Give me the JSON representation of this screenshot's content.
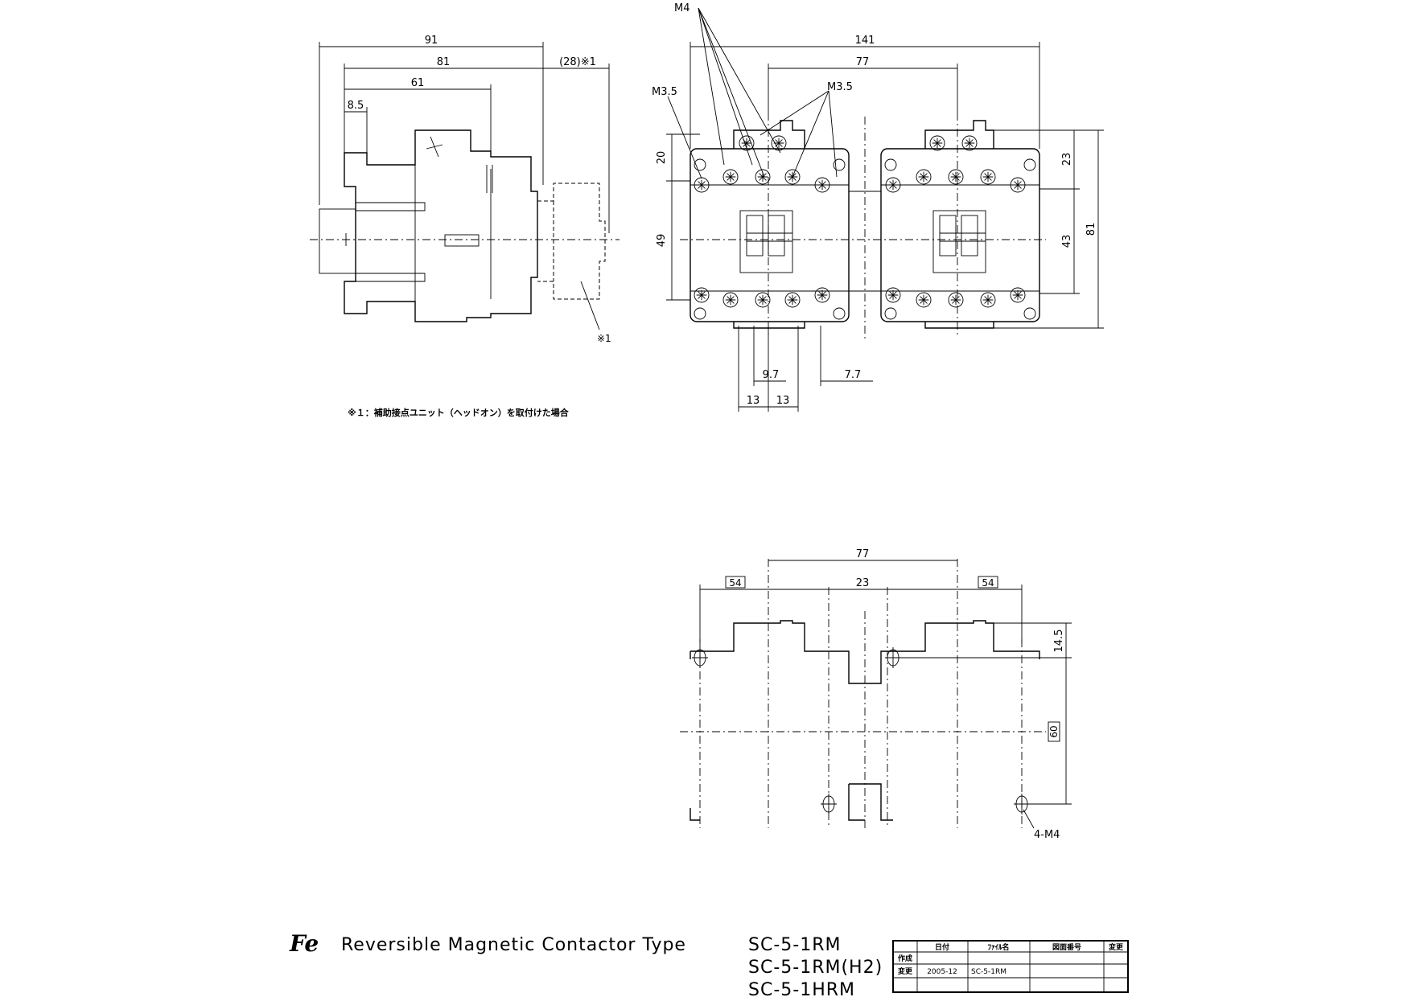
{
  "side_view": {
    "dims": {
      "d91": "91",
      "d81": "81",
      "d61": "61",
      "d85": "8.5",
      "d28": "(28)※1"
    },
    "marker": "※1"
  },
  "front_view": {
    "labels": {
      "m4": "M4",
      "m35_left": "M3.5",
      "m35_mid": "M3.5"
    },
    "dims": {
      "d141": "141",
      "d77": "77",
      "d20": "20",
      "d49": "49",
      "d23": "23",
      "d43": "43",
      "d81": "81",
      "d97": "9.7",
      "d77b": "7.7",
      "d13a": "13",
      "d13b": "13"
    }
  },
  "mounting_view": {
    "dims": {
      "d77": "77",
      "d23": "23",
      "d54a": "54",
      "d54b": "54",
      "d145": "14.5",
      "d60": "60"
    },
    "hole_label": "4-M4"
  },
  "note": "※１：補助接点ユニット（ヘッドオン）を取付けた場合",
  "footer": {
    "logo": "Fe",
    "title": "Reversible Magnetic Contactor  Type",
    "types": [
      "SC-5-1RM",
      "SC-5-1RM(H2)",
      "SC-5-1HRM"
    ]
  },
  "title_block": {
    "headers": [
      "日付",
      "ﾌｧｲﾙ名",
      "図面番号",
      "変更"
    ],
    "rows": [
      {
        "label": "作成",
        "date": "",
        "file": "",
        "number": "",
        "rev": ""
      },
      {
        "label": "変更",
        "date": "2005-12",
        "file": "SC-5-1RM",
        "number": "",
        "rev": ""
      }
    ]
  }
}
